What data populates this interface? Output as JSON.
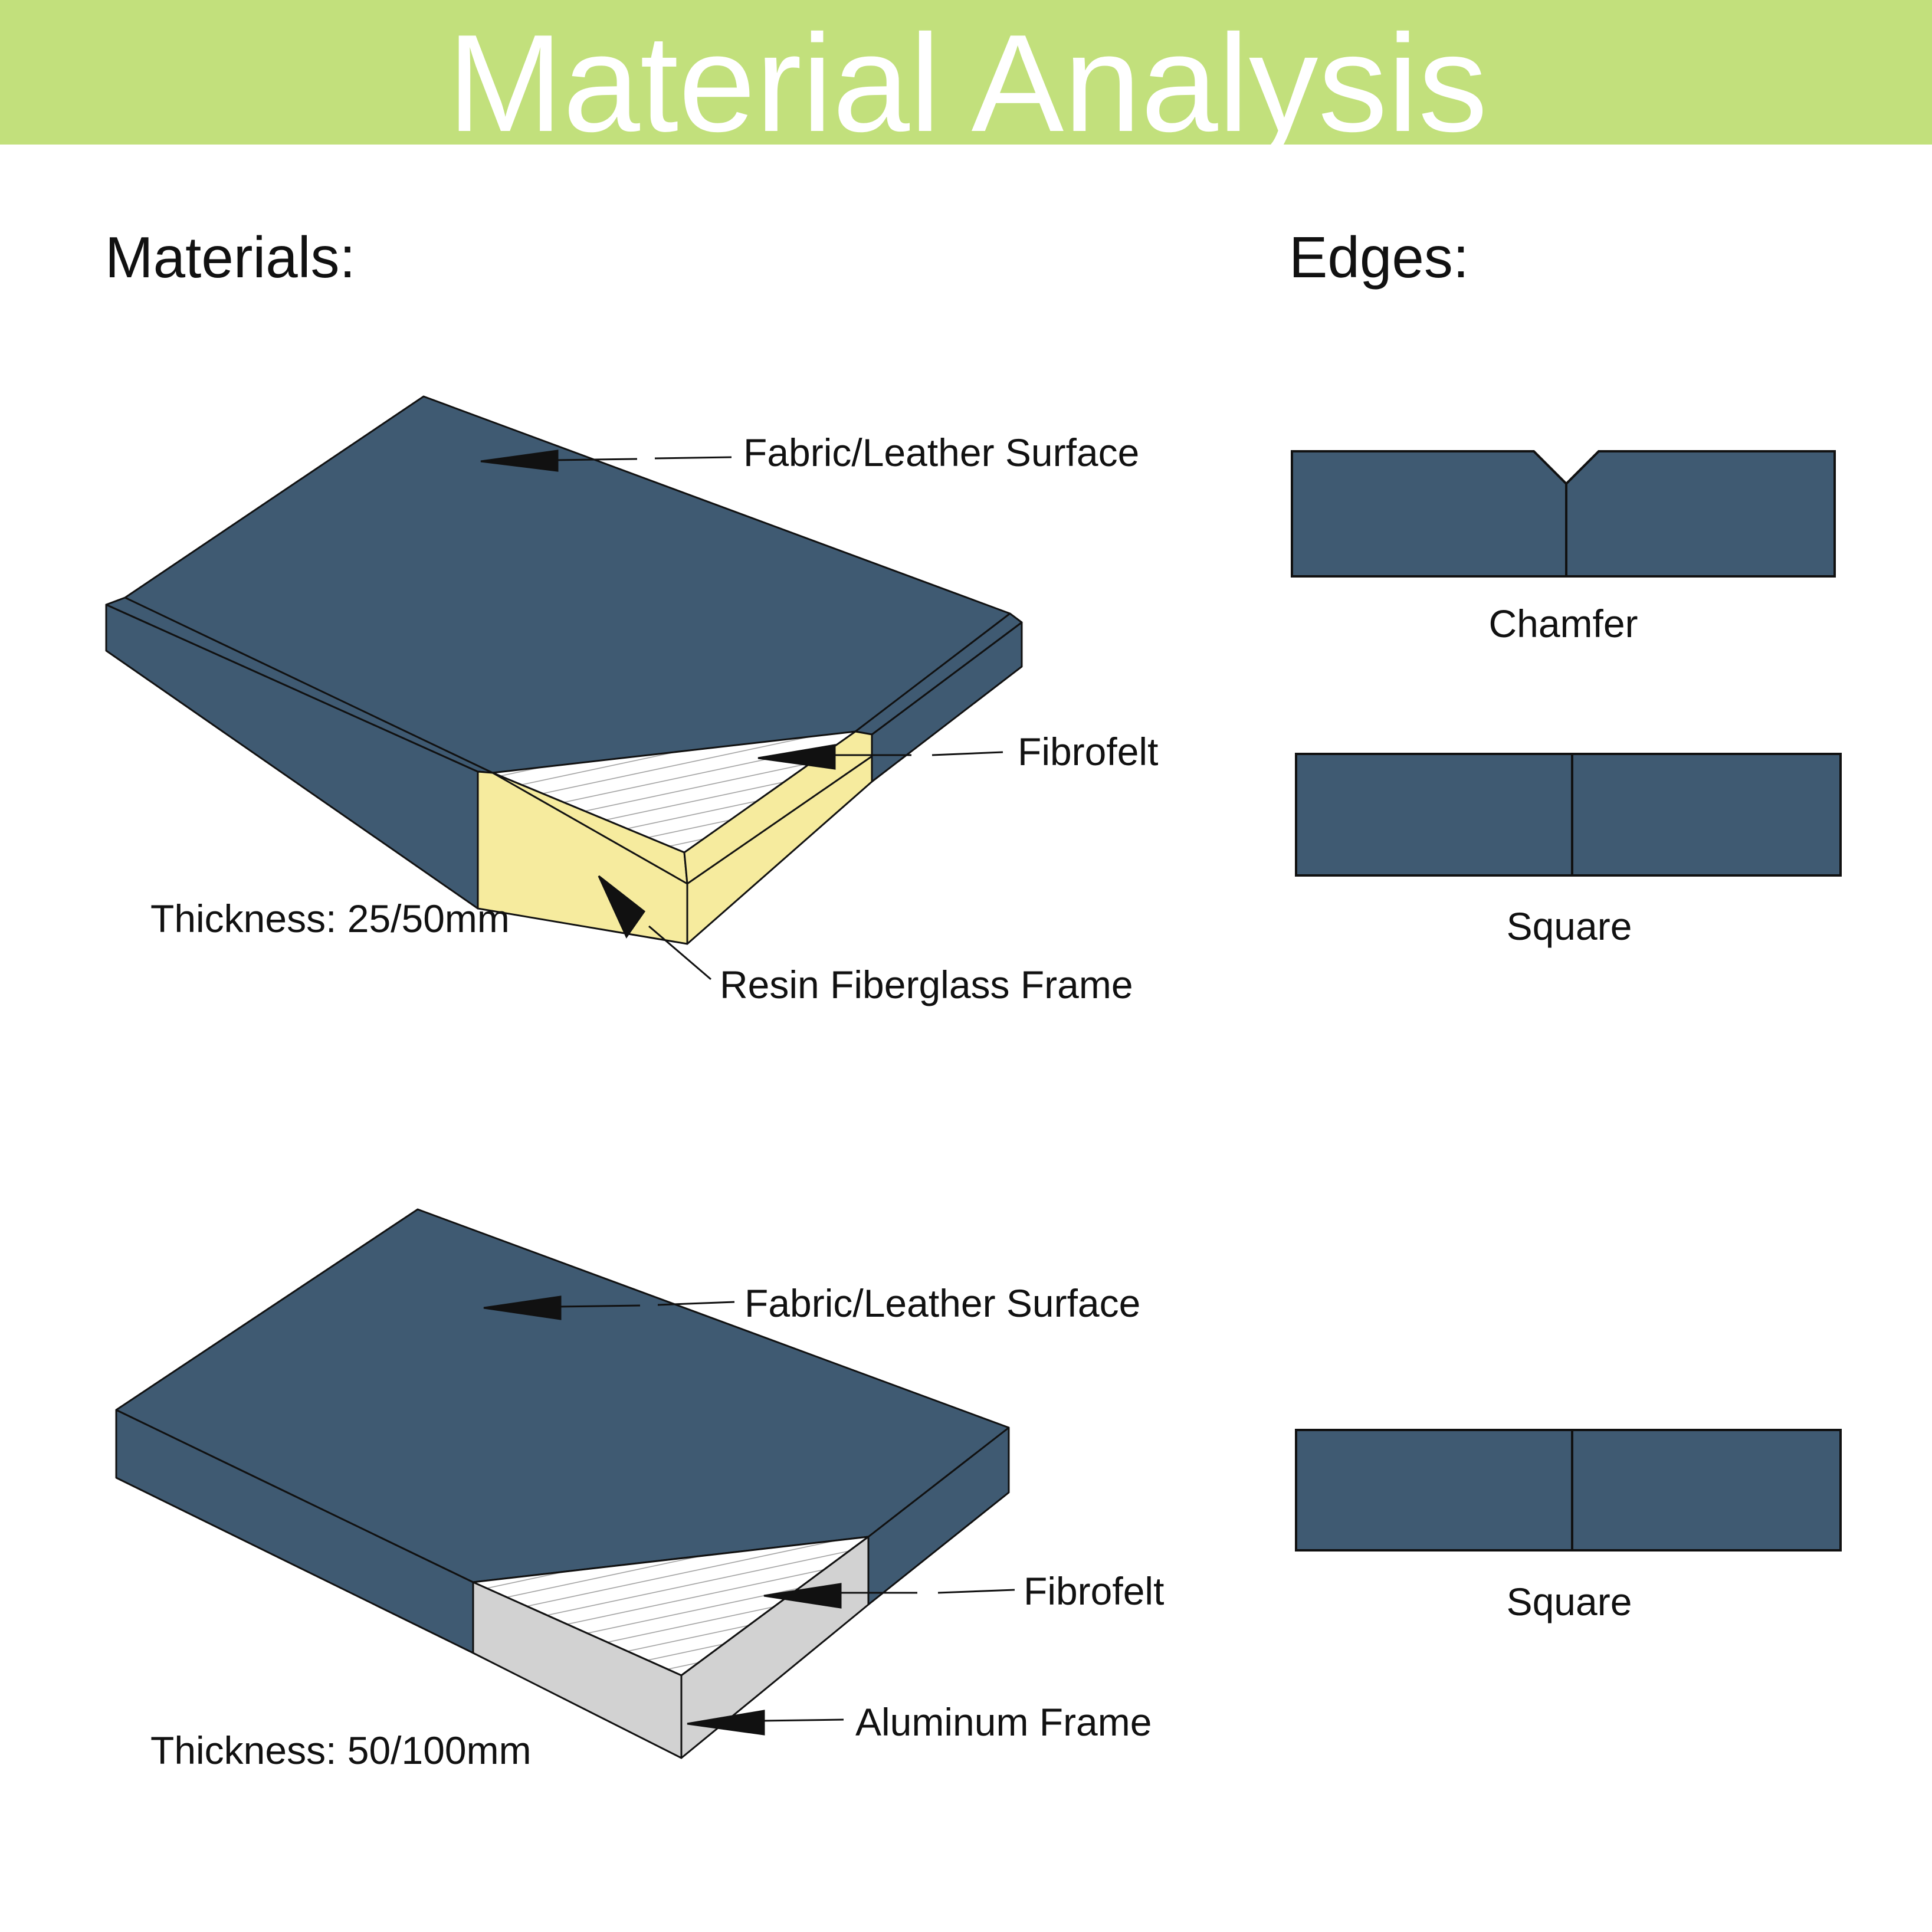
{
  "title": "Material Analysis",
  "colors": {
    "banner": "#c2e07c",
    "panel": "#3f5a72",
    "resin_frame": "#f6eb9e",
    "aluminum_frame": "#d2d2d2",
    "fibrofelt": "#ffffff",
    "line": "#111111"
  },
  "sections": {
    "materials_heading": "Materials:",
    "edges_heading": "Edges:"
  },
  "panel_top": {
    "surface_label": "Fabric/Leather Surface",
    "fibrofelt_label": "Fibrofelt",
    "frame_label": "Resin Fiberglass Frame",
    "thickness_label": "Thickness: 25/50mm"
  },
  "panel_bottom": {
    "surface_label": "Fabric/Leather Surface",
    "fibrofelt_label": "Fibrofelt",
    "frame_label": "Aluminum Frame",
    "thickness_label": "Thickness: 50/100mm"
  },
  "edges": {
    "edge_1_label": "Chamfer",
    "edge_2_label": "Square",
    "edge_3_label": "Square"
  }
}
